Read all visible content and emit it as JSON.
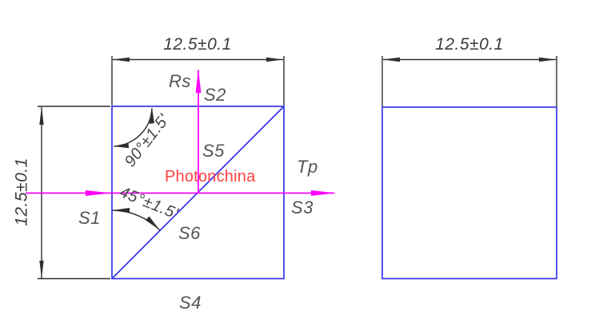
{
  "drawing": {
    "title": "beamsplitter-cube-drawing",
    "left_view": {
      "dim_top": "12.5±0.1",
      "dim_left": "12.5±0.1",
      "angle_90": "90°±1.5'",
      "angle_45": "45°±1.5'",
      "labels": {
        "rs": "Rs",
        "tp": "Tp",
        "s1": "S1",
        "s2": "S2",
        "s3": "S3",
        "s4": "S4",
        "s5": "S5",
        "s6": "S6"
      },
      "watermark": "Photonchina"
    },
    "right_view": {
      "dim_top": "12.5±0.1"
    },
    "colors": {
      "cube_outline": "#3434ee",
      "beam": "#ff00ff",
      "dimension_lines": "#2f2f2f",
      "label_text": "#55555a",
      "watermark_text": "#f94040"
    }
  }
}
